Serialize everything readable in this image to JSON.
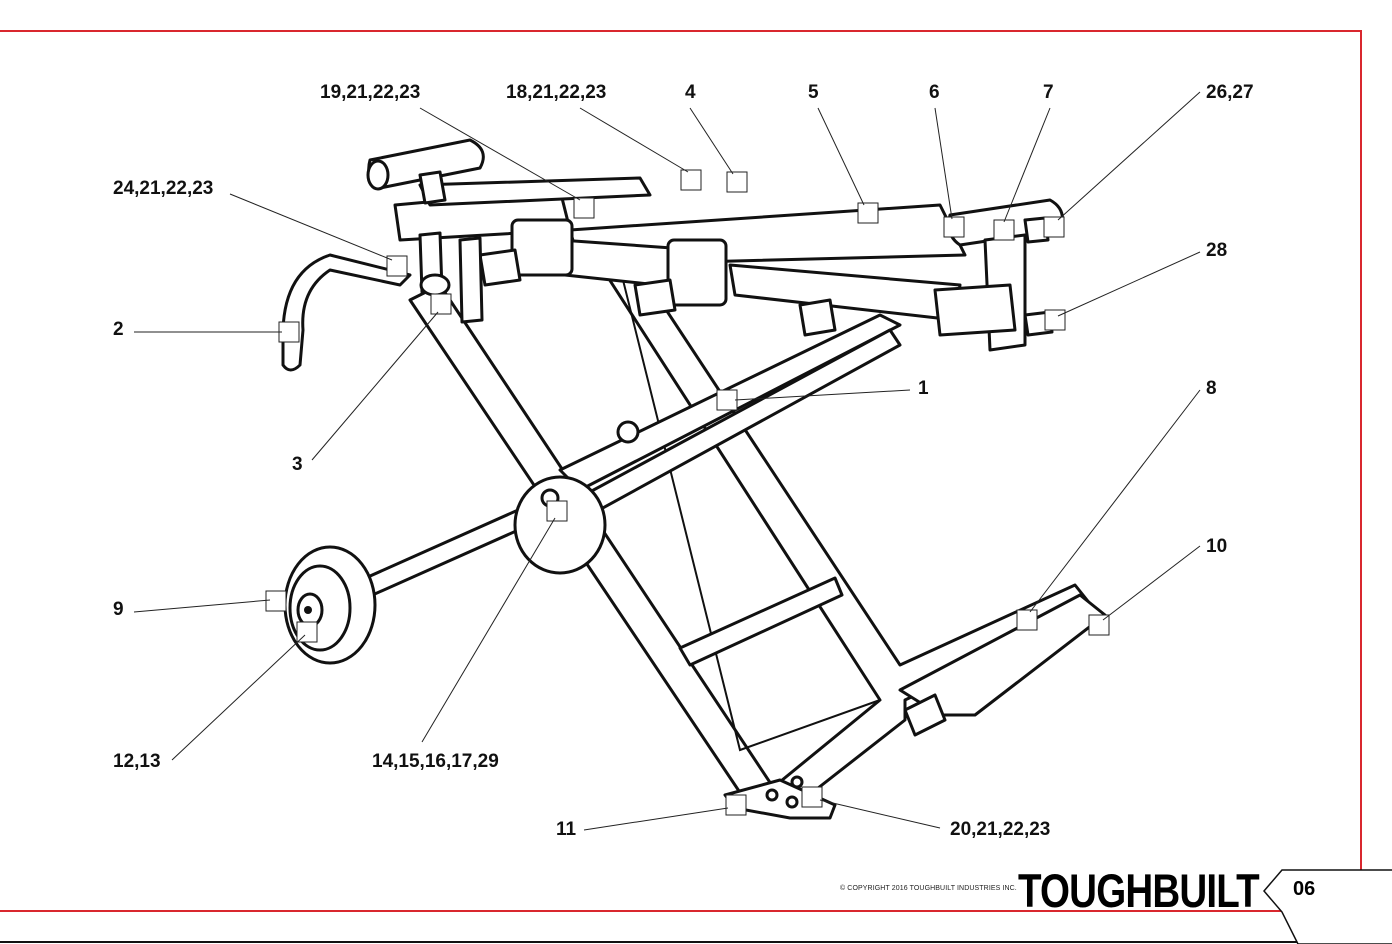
{
  "callouts": [
    "19,21,22,23",
    "18,21,22,23",
    "4",
    "5",
    "6",
    "7",
    "26,27",
    "24,21,22,23",
    "28",
    "2",
    "1",
    "3",
    "8",
    "10",
    "9",
    "12,13",
    "14,15,16,17,29",
    "11",
    "20,21,22,23"
  ],
  "footer": {
    "copyright": "© COPYRIGHT 2016 TOUGHBUILT INDUSTRIES INC.",
    "brand": "TOUGHBUILT",
    "page_number": "06"
  },
  "colors": {
    "border": "#d9272e",
    "line": "#111111"
  }
}
